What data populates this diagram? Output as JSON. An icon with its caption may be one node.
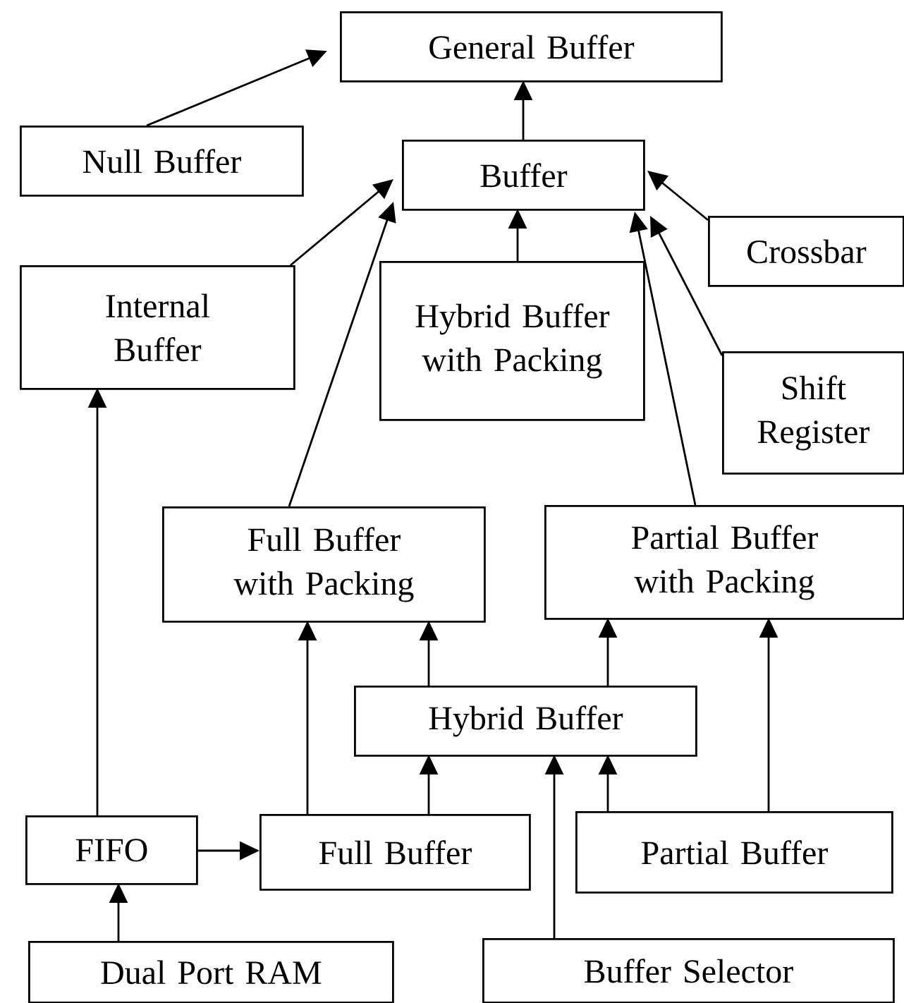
{
  "diagram": {
    "nodes": [
      {
        "text": [
          "General Buffer"
        ]
      },
      {
        "text": [
          "Null Buffer"
        ]
      },
      {
        "text": [
          "Buffer"
        ]
      },
      {
        "text": [
          "Crossbar"
        ]
      },
      {
        "text": [
          "Internal Buffer"
        ]
      },
      {
        "text": [
          "Hybrid Buffer with Packing"
        ]
      },
      {
        "text": [
          "Shift Register"
        ]
      },
      {
        "text": [
          "Full Buffer with Packing"
        ]
      },
      {
        "text": [
          "Partial Buffer with Packing"
        ]
      },
      {
        "text": [
          "Hybrid Buffer"
        ]
      },
      {
        "text": [
          "FIFO"
        ]
      },
      {
        "text": [
          "Full Buffer"
        ]
      },
      {
        "text": [
          "Partial Buffer"
        ]
      },
      {
        "text": [
          "Dual Port RAM"
        ]
      },
      {
        "text": [
          "Buffer Selector"
        ]
      }
    ],
    "edges": [
      {
        "from": 1,
        "to": 0,
        "arrow": "to"
      },
      {
        "from": 2,
        "to": 0,
        "arrow": "to"
      },
      {
        "from": 4,
        "to": 2,
        "arrow": "to"
      },
      {
        "from": 7,
        "to": 2,
        "arrow": "to"
      },
      {
        "from": 5,
        "to": 2,
        "arrow": "to"
      },
      {
        "from": 8,
        "to": 2,
        "arrow": "to"
      },
      {
        "from": 3,
        "to": 2,
        "arrow": "to"
      },
      {
        "from": 6,
        "to": 2,
        "arrow": "to"
      },
      {
        "from": 10,
        "to": 4,
        "arrow": "to"
      },
      {
        "from": 11,
        "to": 7,
        "arrow": "to"
      },
      {
        "from": 9,
        "to": 7,
        "arrow": "to"
      },
      {
        "from": 9,
        "to": 8,
        "arrow": "to"
      },
      {
        "from": 12,
        "to": 8,
        "arrow": "to"
      },
      {
        "from": 11,
        "to": 9,
        "arrow": "to"
      },
      {
        "from": 14,
        "to": 9,
        "arrow": "to"
      },
      {
        "from": 12,
        "to": 9,
        "arrow": "to"
      },
      {
        "from": 10,
        "to": 11,
        "arrow": "to"
      },
      {
        "from": 13,
        "to": 10,
        "arrow": "to"
      }
    ]
  }
}
